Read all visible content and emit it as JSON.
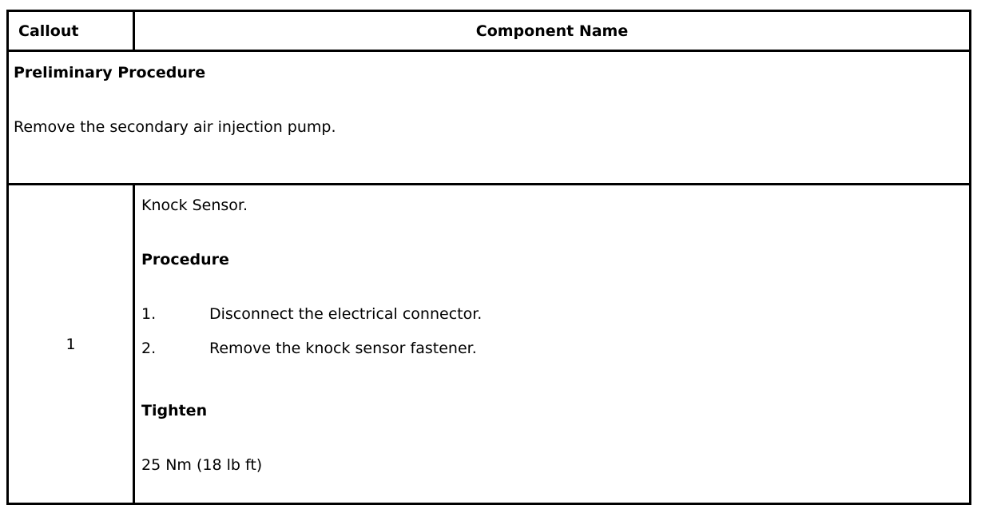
{
  "table": {
    "border_color": "#000000",
    "text_color": "#000000",
    "background_color": "#ffffff",
    "header": {
      "callout": "Callout",
      "component": "Component Name"
    },
    "preliminary": {
      "title": "Preliminary Procedure",
      "text": "Remove the secondary air injection pump."
    },
    "row": {
      "callout": "1",
      "component": "Knock Sensor.",
      "procedure_label": "Procedure",
      "steps": [
        {
          "num": "1.",
          "text": "Disconnect the electrical connector."
        },
        {
          "num": "2.",
          "text": "Remove the knock sensor fastener."
        }
      ],
      "tighten_label": "Tighten",
      "tighten_value": "25 Nm (18 lb ft)"
    }
  }
}
